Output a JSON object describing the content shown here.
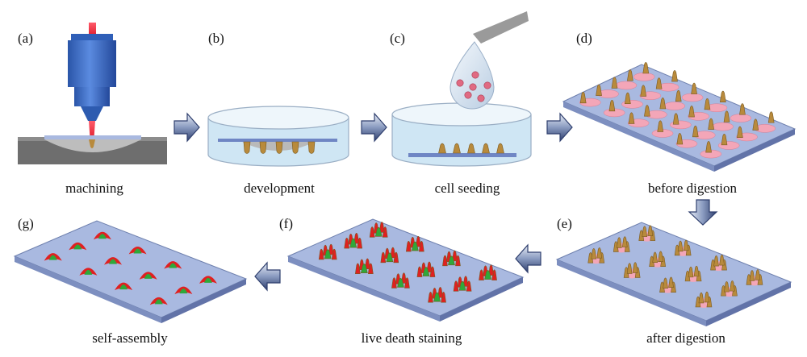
{
  "panels": [
    {
      "letter": "(a)",
      "caption": "machining"
    },
    {
      "letter": "(b)",
      "caption": "development"
    },
    {
      "letter": "(c)",
      "caption": "cell seeding"
    },
    {
      "letter": "(d)",
      "caption": "before digestion"
    },
    {
      "letter": "(e)",
      "caption": "after digestion"
    },
    {
      "letter": "(f)",
      "caption": "live death staining"
    },
    {
      "letter": "(g)",
      "caption": "self-assembly"
    }
  ],
  "colors": {
    "objective_blue": "#3d6ec8",
    "laser_red": "#e0202c",
    "substrate_gray": "#6e6e6e",
    "water_blue": "#cfe6f4",
    "slide_blue": "#a9b9e0",
    "pillar_gold": "#b88a3c",
    "cell_pink": "#f3a6b8",
    "live_green": "#2fa83a",
    "dead_red": "#e02020",
    "arrow_navy": "#2f3f6e"
  }
}
